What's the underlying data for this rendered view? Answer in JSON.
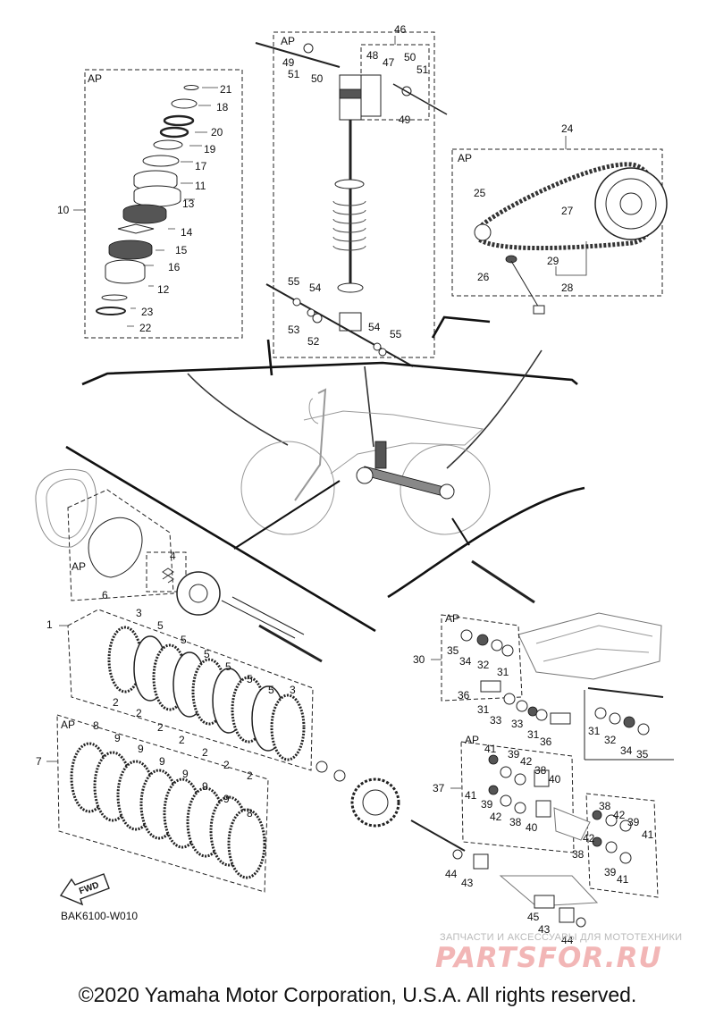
{
  "diagram_code": "BAK6100-W010",
  "copyright": "©2020 Yamaha Motor Corporation, U.S.A. All rights reserved.",
  "watermark": {
    "subtitle": "ЗАПЧАСТИ И АКСЕССУАРЫ ДЛЯ МОТОТЕХНИКИ",
    "logo_text": "PARTSFOR.RU"
  },
  "fwd_label": "FWD",
  "ap_label": "AP",
  "callouts": [
    "1",
    "2",
    "3",
    "4",
    "5",
    "6",
    "7",
    "8",
    "9",
    "10",
    "11",
    "12",
    "13",
    "14",
    "15",
    "16",
    "17",
    "18",
    "19",
    "20",
    "21",
    "22",
    "23",
    "24",
    "25",
    "26",
    "27",
    "28",
    "29",
    "30",
    "31",
    "32",
    "33",
    "34",
    "35",
    "36",
    "37",
    "38",
    "39",
    "40",
    "41",
    "42",
    "43",
    "44",
    "45",
    "46",
    "47",
    "48",
    "49",
    "50",
    "51",
    "52",
    "53",
    "54",
    "55"
  ]
}
